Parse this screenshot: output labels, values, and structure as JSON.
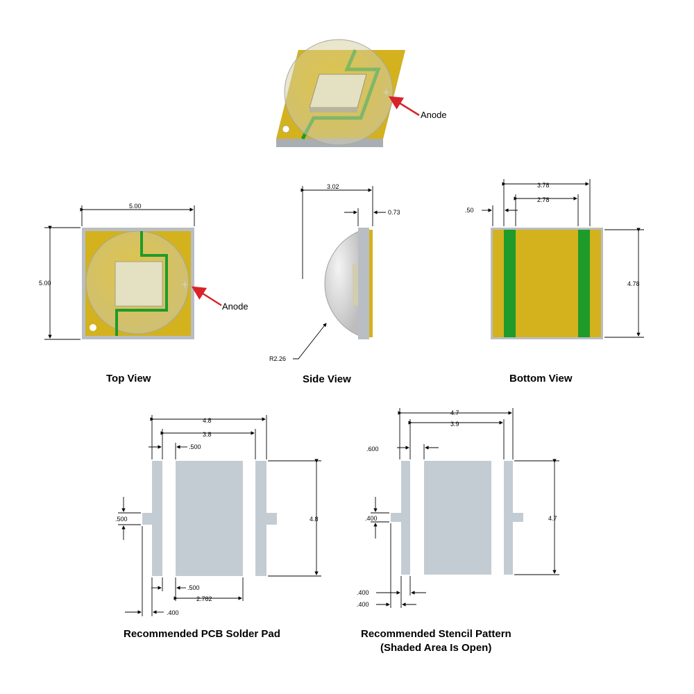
{
  "labels": {
    "anode_iso": "Anode",
    "anode_top": "Anode"
  },
  "captions": {
    "top_view": "Top View",
    "side_view": "Side View",
    "bottom_view": "Bottom View",
    "pcb_pad": "Recommended PCB Solder Pad",
    "stencil_line1": "Recommended Stencil Pattern",
    "stencil_line2": "(Shaded Area Is Open)"
  },
  "dims": {
    "top_width": "5.00",
    "top_height": "5.00",
    "side_height": "3.02",
    "side_thickness": "0.73",
    "side_radius": "R2.26",
    "bottom_outer": "3.78",
    "bottom_inner": "2.78",
    "bottom_strip": ".50",
    "bottom_height": "4.78",
    "pcb_total": "4.8",
    "pcb_inner": "3.8",
    "pcb_gap": ".500",
    "pcb_tab": ".500",
    "pcb_height": "4.8",
    "pcb_bot_gap": ".500",
    "pcb_center_w": "2.782",
    "pcb_strip_w": ".400",
    "st_total": "4.7",
    "st_inner": "3.9",
    "st_gap": ".600",
    "st_tab": ".400",
    "st_height": "4.7",
    "st_bot1": ".400",
    "st_bot2": ".400"
  },
  "colors": {
    "substrate": "#d3b21e",
    "trace": "#1e9b2a",
    "die": "#e2dfbf",
    "dome": "#dcdcdc",
    "frame": "#b9bec4",
    "pad": "#c4ccd3",
    "arrow": "#d8232a"
  }
}
